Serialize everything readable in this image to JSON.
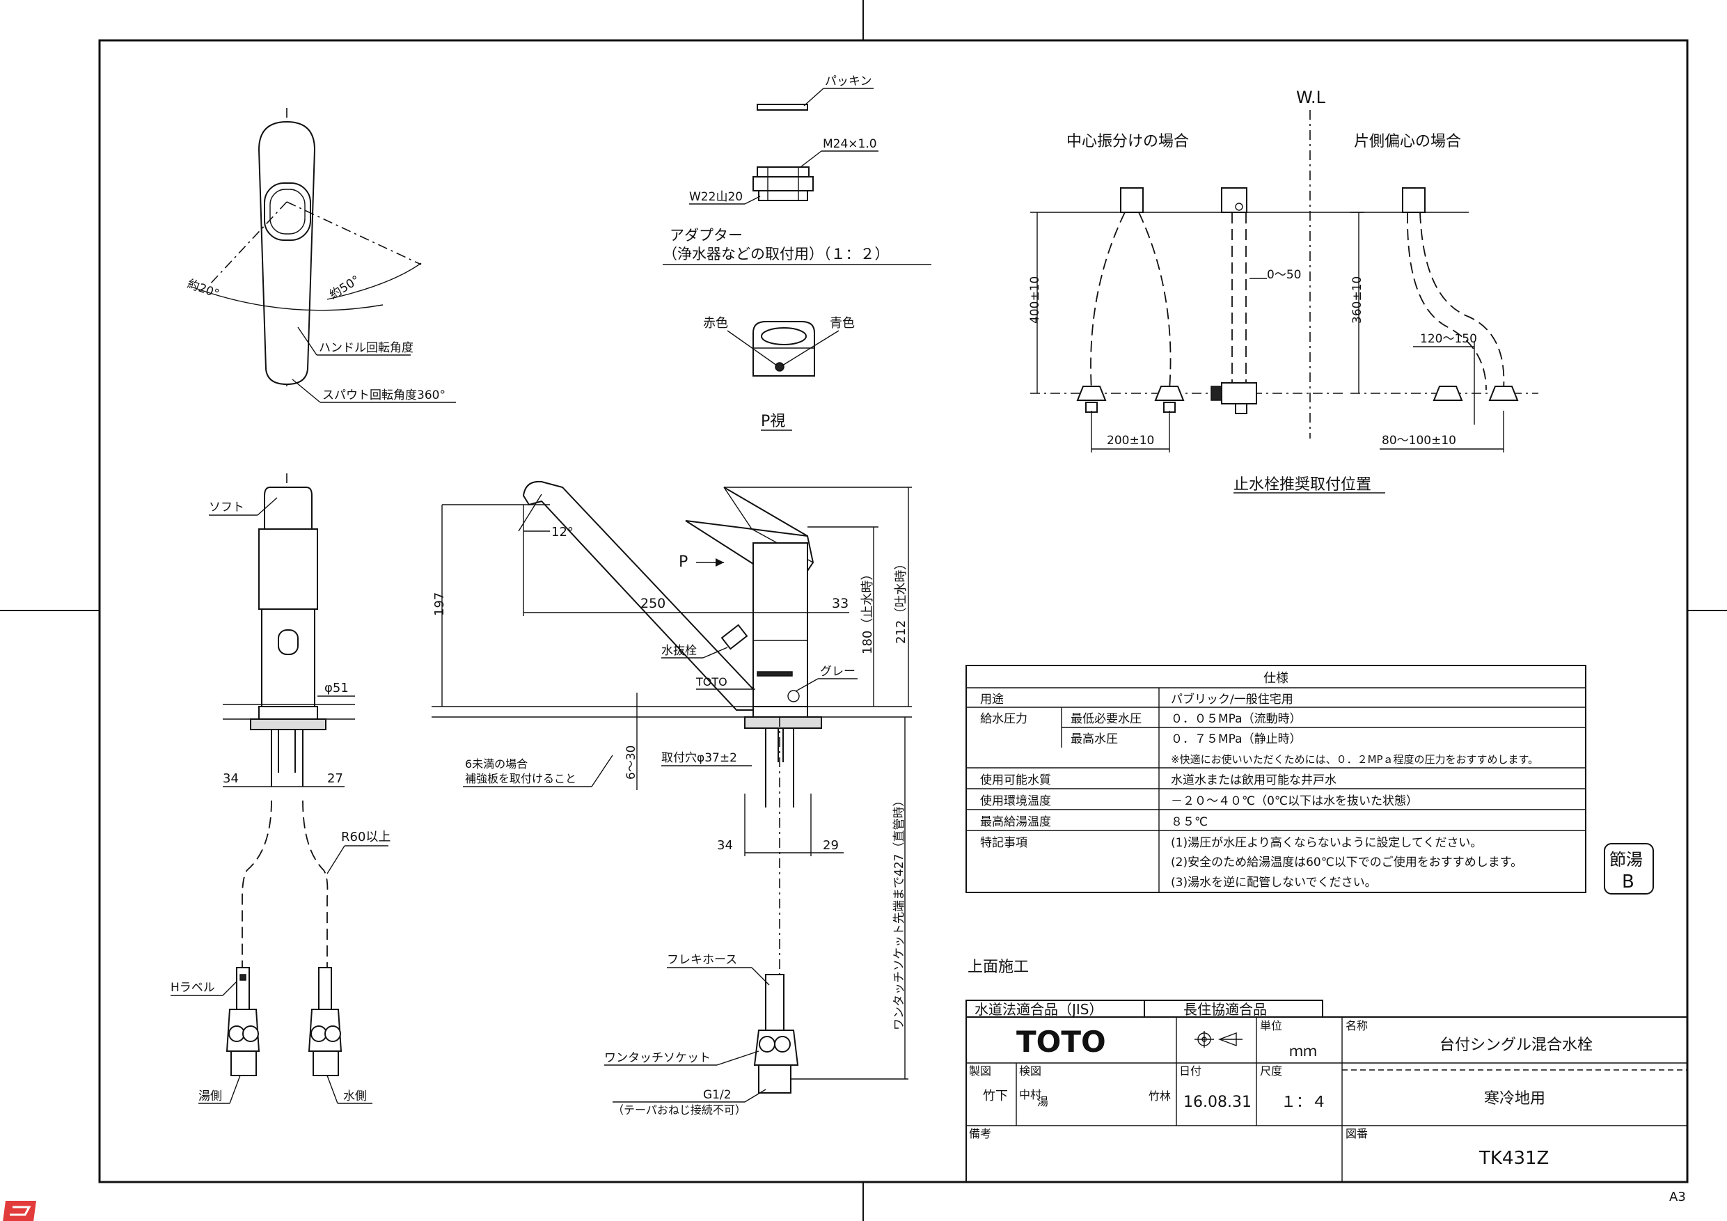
{
  "drawing": {
    "top_view": {
      "angle_left": "約20°",
      "angle_right": "約50°",
      "handle_rotation": "ハンドル回転角度",
      "spout_rotation": "スパウト回転角度360°"
    },
    "adapter": {
      "packing": "パッキン",
      "thread": "M24×1.0",
      "mount": "W22山20",
      "title": "アダプター",
      "subtitle": "（浄水器などの取付用）（１：２）"
    },
    "p_view": {
      "red": "赤色",
      "blue": "青色",
      "title": "P視"
    },
    "valve_position": {
      "wl": "W.L",
      "center_title": "中心振分けの場合",
      "offset_title": "片側偏心の場合",
      "dim_400": "400±10",
      "dim_0_50": "0～50",
      "dim_200": "200±10",
      "dim_360": "360±10",
      "dim_120_150": "120～150",
      "dim_80_100": "80～100±10",
      "caption": "止水栓推奨取付位置"
    },
    "front_view": {
      "soft": "ソフト",
      "dia51": "φ51",
      "d34": "34",
      "d27": "27",
      "r60": "R60以上",
      "h_label": "Hラベル",
      "hot_side": "湯側",
      "cold_side": "水側"
    },
    "side_view": {
      "angle12": "12°",
      "p_arrow": "P",
      "d250": "250",
      "d33": "33",
      "d197": "197",
      "d180": "180（止水時）",
      "d212": "212（吐水時）",
      "drain_plug": "水抜栓",
      "toto_mark": "TOTO",
      "gray": "グレー",
      "mount_hole": "取付穴φ37±2",
      "d6_30": "6～30",
      "reinforce_1": "6未満の場合",
      "reinforce_2": "補強板を取付けること",
      "d34": "34",
      "d29": "29",
      "d427": "ワンタッチソケット先端まで427（直管時）",
      "flex_hose": "フレキホース",
      "one_touch": "ワンタッチソケット",
      "g12": "G1/2",
      "taper_note": "（テーパおねじ接続不可）",
      "top_install": "上面施工"
    }
  },
  "spec_table": {
    "title": "仕様",
    "rows": [
      {
        "label": "用途",
        "sub": "",
        "value": "パブリック/一般住宅用"
      },
      {
        "label": "給水圧力",
        "sub": "最低必要水圧",
        "value": "０．０５MPa（流動時）"
      },
      {
        "label": "",
        "sub": "最高水圧",
        "value": "０．７５MPa（静止時）"
      },
      {
        "label": "",
        "sub": "",
        "value": "※快適にお使いいただくためには、０．２MPａ程度の圧力をおすすめします。"
      },
      {
        "label": "使用可能水質",
        "sub": "",
        "value": "水道水または飲用可能な井戸水"
      },
      {
        "label": "使用環境温度",
        "sub": "",
        "value": "－２０～４０℃（0℃以下は水を抜いた状態）"
      },
      {
        "label": "最高給湯温度",
        "sub": "",
        "value": "８５℃"
      },
      {
        "label": "特記事項",
        "sub": "",
        "value": "(1)湯圧が水圧より高くならないように設定してください。"
      },
      {
        "label": "",
        "sub": "",
        "value": "(2)安全のため給湯温度は60℃以下でのご使用をおすすめします。"
      },
      {
        "label": "",
        "sub": "",
        "value": "(3)湯水を逆に配管しないでください。"
      }
    ]
  },
  "badge": {
    "line1": "節湯",
    "line2": "B"
  },
  "title_block": {
    "jis": "水道法適合品（JIS）",
    "chojukyo": "長住協適合品",
    "brand": "TOTO",
    "unit_label": "単位",
    "unit": "ｍｍ",
    "name_label": "名称",
    "name": "台付シングル混合水栓",
    "name2": "寒冷地用",
    "drawn_label": "製図",
    "drawn_by": "竹下",
    "checked_label": "検図",
    "checked_1": "中村",
    "checked_2": "湯",
    "checked_3": "竹林",
    "date_label": "日付",
    "date": "16.08.31",
    "scale_label": "尺度",
    "scale": "１：４",
    "remarks_label": "備考",
    "drawing_no_label": "図番",
    "drawing_no": "TK431Z"
  },
  "sheet_size": "A3"
}
